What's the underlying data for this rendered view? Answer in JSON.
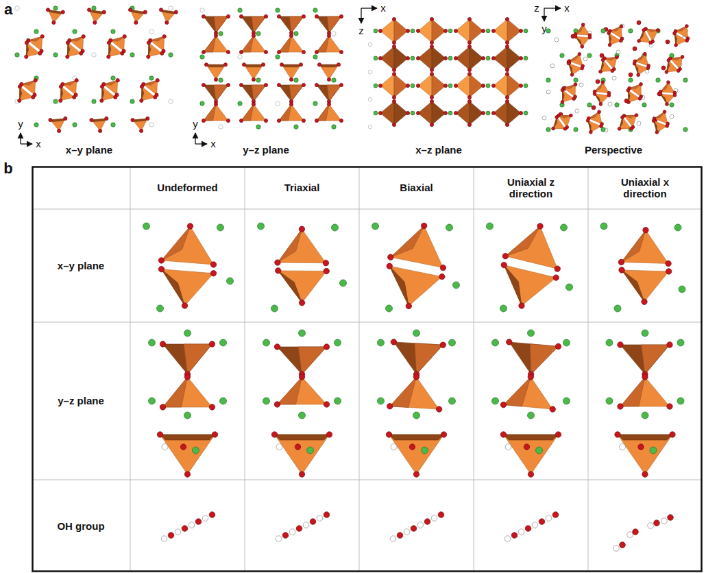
{
  "diagram": {
    "labels": [
      "a",
      "y",
      "x",
      "x–y plane",
      "y",
      "x",
      "y–z plane",
      "x",
      "z",
      "x–z plane",
      "z",
      "x",
      "y",
      "Perspective",
      "b",
      "Undeformed",
      "Triaxial",
      "Biaxial",
      "Uniaxial z direction",
      "Uniaxial x direction",
      "x–y plane",
      "y–z plane",
      "OH group"
    ]
  }
}
